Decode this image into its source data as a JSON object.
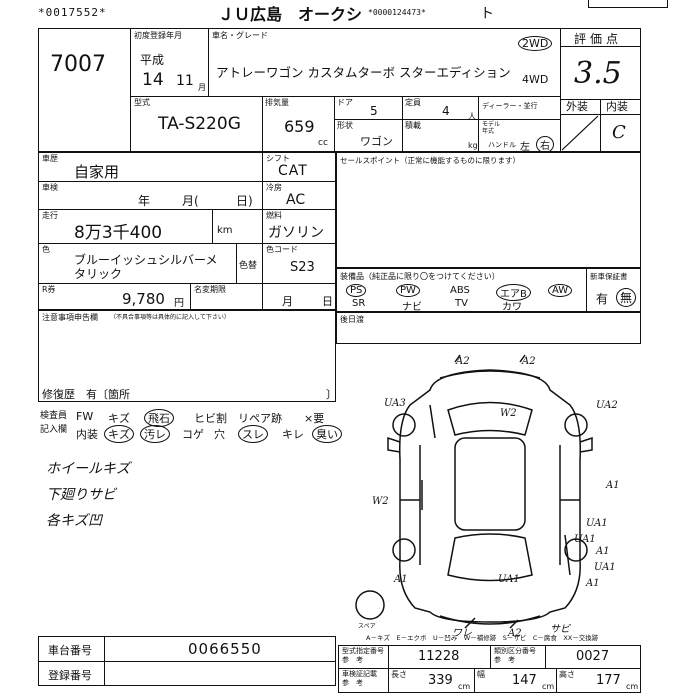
{
  "header": {
    "lot_code": "*0017552*",
    "title": "ＪＵ広島　オークシ",
    "serial_code": "*0000124473*",
    "trailing_char": "ト"
  },
  "lot": {
    "number": "7007"
  },
  "registration": {
    "first_reg_label": "初度登録年月",
    "era": "平成",
    "year": "14",
    "month": "11",
    "month_unit": "月",
    "name_label": "車名・グレード",
    "vehicle_name": "アトレーワゴン カスタムターボ スターエディション",
    "drive_2wd": "2WD",
    "drive_4wd": "4WD"
  },
  "score": {
    "label": "評価点",
    "value": "3.5"
  },
  "model": {
    "label": "型式",
    "value": "TA-S220G",
    "displacement_label": "排気量",
    "displacement": "659",
    "cc_unit": "cc",
    "door_label": "ドア",
    "doors": "5",
    "capacity_label": "定員",
    "capacity": "4",
    "capacity_unit": "人",
    "body_label": "形状",
    "body": "ワゴン",
    "load_label": "積載",
    "kg_unit": "kg",
    "dealer_label": "ディーラー・並行",
    "model_year_label": "モデル年式",
    "handle_label": "ハンドル",
    "handle_left": "左",
    "handle_right": "右"
  },
  "exterior_interior": {
    "exterior_label": "外装",
    "interior_label": "内装",
    "interior_grade": "C"
  },
  "history": {
    "label": "車歴",
    "value": "自家用"
  },
  "shift": {
    "label": "シフト",
    "value": "CAT"
  },
  "inspection": {
    "label": "車検",
    "year_unit": "年",
    "month_unit": "月(",
    "day_unit": "日)"
  },
  "aircon": {
    "label": "冷房",
    "value": "AC"
  },
  "mileage": {
    "label": "走行",
    "value": "8万3千400",
    "unit": "km"
  },
  "fuel": {
    "label": "燃料",
    "value": "ガソリン"
  },
  "color": {
    "label": "色",
    "value_line1": "ブルーイッシュシルバーメ",
    "value_line2": "タリック",
    "repaint_label": "色替",
    "code_label": "色コード",
    "code": "S23"
  },
  "recycle": {
    "label": "R券",
    "value": "9,780",
    "unit": "円",
    "change_label": "名変期限",
    "month_unit": "月",
    "day_unit": "日"
  },
  "sales_points": {
    "label": "セールスポイント（正常に機能するものに限ります）"
  },
  "equipment": {
    "label": "装備品（純正品に限り〇をつけてください）",
    "items_row1": [
      "PS",
      "PW",
      "ABS",
      "エアB",
      "AW"
    ],
    "items_row2": [
      "SR",
      "ナビ",
      "TV",
      "カワ"
    ],
    "circled": [
      "PS",
      "PW",
      "エアB",
      "AW"
    ],
    "manual_label": "新車保証書",
    "manual_yes": "有",
    "manual_no": "無"
  },
  "notes": {
    "label": "後日渡"
  },
  "seller_notes": {
    "label": "注意事項申告欄",
    "sublabel": "（不具合事項等は具体的に記入して下さい）",
    "repair_label": "修復歴　有〔箇所",
    "repair_close": "〕"
  },
  "inspector": {
    "exterior_label": "検査員",
    "interior_label": "記入欄",
    "row1": [
      "FW",
      "キズ",
      "飛石",
      "ヒビ割",
      "リペア跡",
      "×要"
    ],
    "row2": [
      "内装",
      "キズ",
      "汚レ",
      "コゲ",
      "穴",
      "スレ",
      "キレ",
      "臭い"
    ]
  },
  "handwritten": {
    "line1": "ホイールキズ",
    "line2": "下廻りサビ",
    "line3": "各キズ凹"
  },
  "diagram_marks": [
    "A2",
    "A2",
    "UA3",
    "W2",
    "UA2",
    "W2",
    "A1",
    "UA1",
    "A1",
    "UA1",
    "UA1",
    "A1",
    "A1",
    "UA1",
    "サビ",
    "ワレ",
    "A2",
    "スペア"
  ],
  "legend": {
    "text": "A－キズ　E－エクボ　U－凹み　W－補修跡　S－サビ　C－腐食　XX－交換跡"
  },
  "chassis": {
    "label": "車台番号",
    "value": "0066550"
  },
  "reg_number": {
    "label": "登録番号"
  },
  "reference": {
    "label": "型式指定番号\n参　考",
    "value": "11228",
    "category_label": "類別区分番号\n参　考",
    "category": "0027"
  },
  "dimensions": {
    "label": "車検証記載\n参　考",
    "length_label": "長さ",
    "length": "339",
    "width_label": "幅",
    "width": "147",
    "height_label": "高さ",
    "height": "177",
    "unit": "cm"
  }
}
